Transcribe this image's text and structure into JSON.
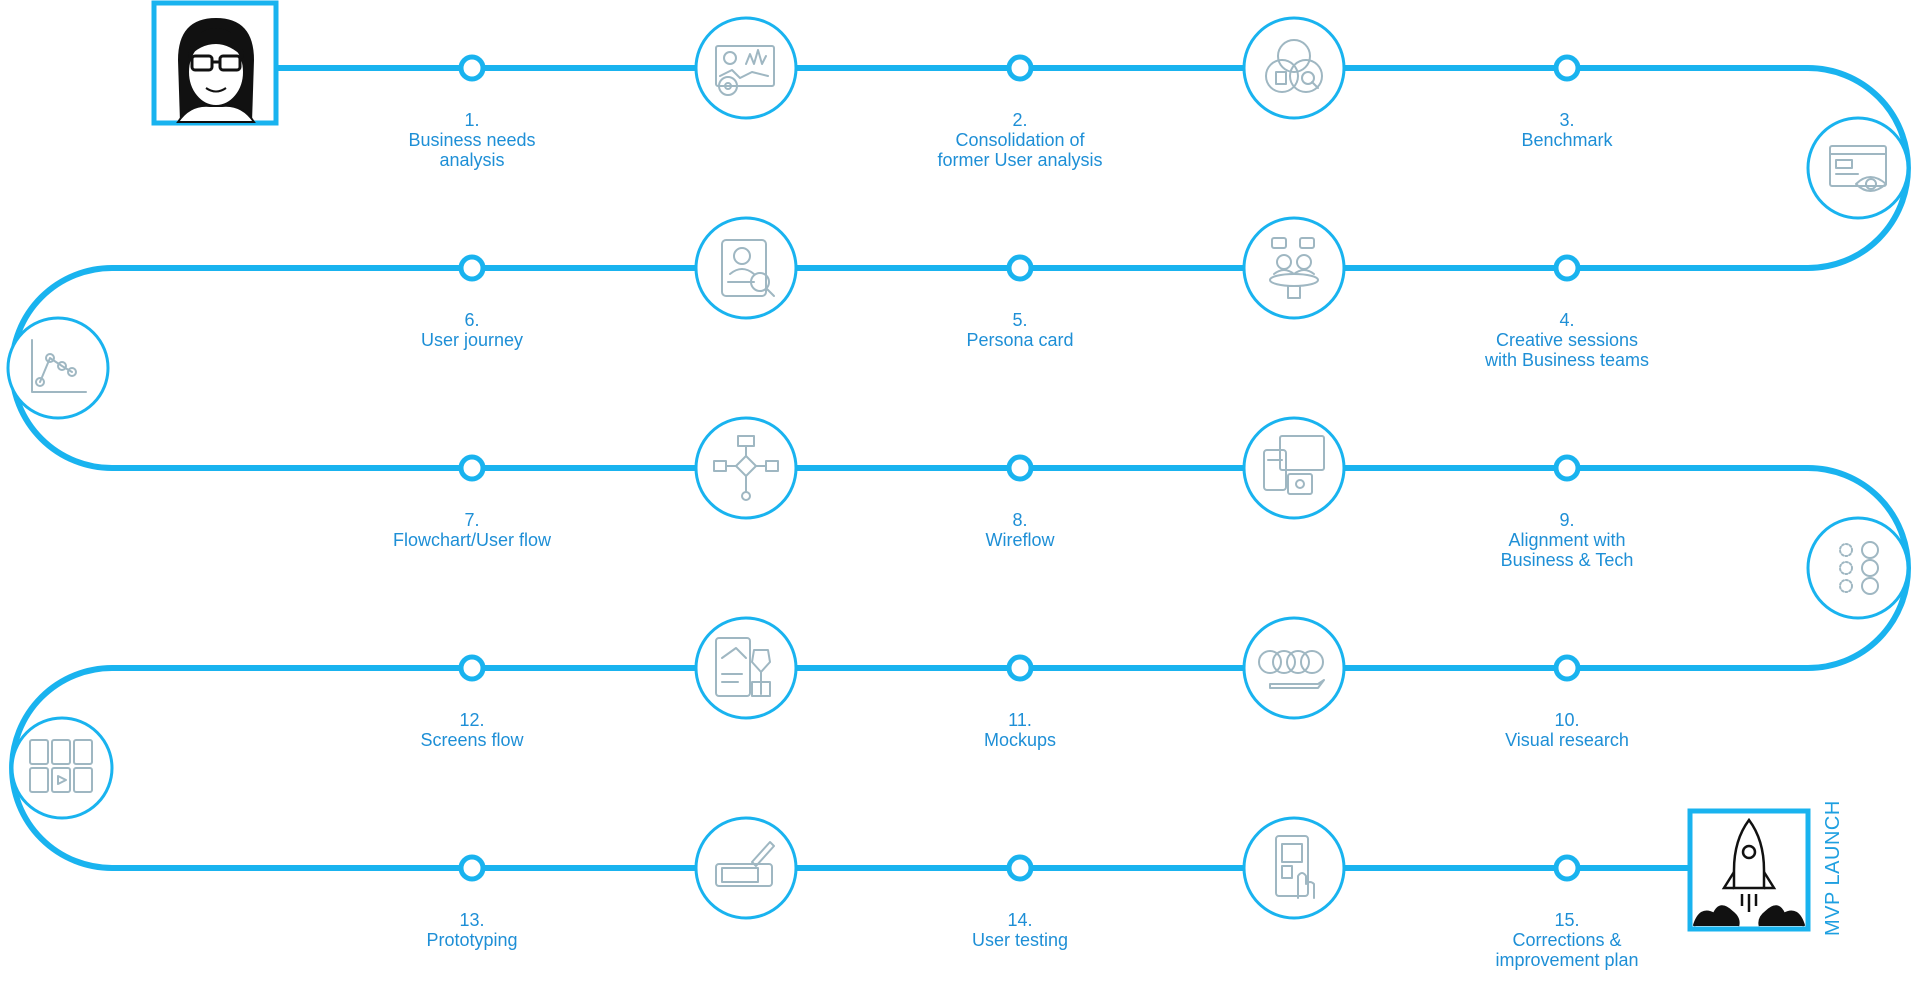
{
  "colors": {
    "line": "#19b3ef",
    "icon": "#9fb7c2",
    "label": "#1e8fd6",
    "frame": "#19b3ef"
  },
  "start": {
    "icon": "woman-avatar-icon"
  },
  "end": {
    "icon": "rocket-launch-icon",
    "label": "MVP LAUNCH"
  },
  "steps": [
    {
      "num": "1.",
      "lines": [
        "Business needs",
        "analysis"
      ],
      "icon": "dashboard-settings-icon"
    },
    {
      "num": "2.",
      "lines": [
        "Consolidation of",
        "former User analysis"
      ],
      "icon": "venn-analysis-icon"
    },
    {
      "num": "3.",
      "lines": [
        "Benchmark"
      ],
      "icon": "web-view-eye-icon"
    },
    {
      "num": "4.",
      "lines": [
        "Creative sessions",
        "with Business teams"
      ],
      "icon": "meeting-team-icon"
    },
    {
      "num": "5.",
      "lines": [
        "Persona card"
      ],
      "icon": "persona-card-icon"
    },
    {
      "num": "6.",
      "lines": [
        "User journey"
      ],
      "icon": "journey-graph-icon"
    },
    {
      "num": "7.",
      "lines": [
        "Flowchart/User flow"
      ],
      "icon": "flowchart-icon"
    },
    {
      "num": "8.",
      "lines": [
        "Wireflow"
      ],
      "icon": "devices-wireflow-icon"
    },
    {
      "num": "9.",
      "lines": [
        "Alignment with",
        "Business & Tech"
      ],
      "icon": "alignment-circles-icon"
    },
    {
      "num": "10.",
      "lines": [
        "Visual research"
      ],
      "icon": "color-swatch-icon"
    },
    {
      "num": "11.",
      "lines": [
        "Mockups"
      ],
      "icon": "mockup-pen-icon"
    },
    {
      "num": "12.",
      "lines": [
        "Screens flow"
      ],
      "icon": "screens-grid-icon"
    },
    {
      "num": "13.",
      "lines": [
        "Prototyping"
      ],
      "icon": "tablet-stylus-icon"
    },
    {
      "num": "14.",
      "lines": [
        "User testing"
      ],
      "icon": "phone-touch-icon"
    },
    {
      "num": "15.",
      "lines": [
        "Corrections &",
        "improvement plan"
      ]
    }
  ]
}
